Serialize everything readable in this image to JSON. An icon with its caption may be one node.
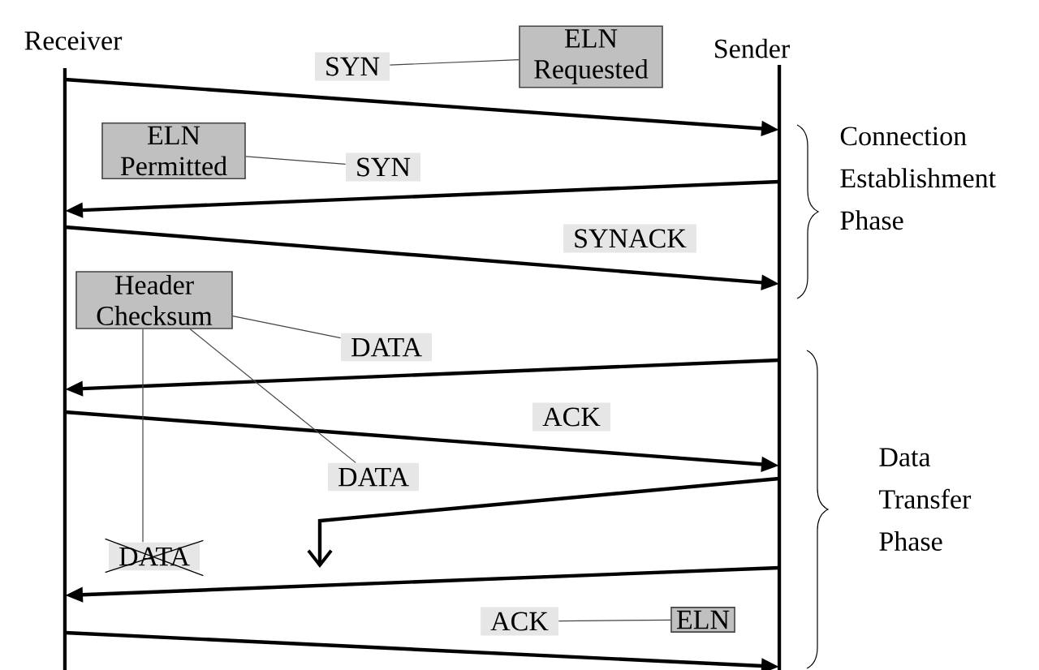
{
  "diagram": {
    "nodes": [
      {
        "text": [
          "Receiver"
        ]
      },
      {
        "text": [
          "Sender"
        ]
      },
      {
        "text": [
          "ELN Requested"
        ]
      },
      {
        "text": [
          "SYN"
        ]
      },
      {
        "text": [
          "ELN Permitted"
        ]
      },
      {
        "text": [
          "SYN"
        ]
      },
      {
        "text": [
          "SYNACK"
        ]
      },
      {
        "text": [
          "Header Checksum"
        ]
      },
      {
        "text": [
          "DATA"
        ]
      },
      {
        "text": [
          "ACK"
        ]
      },
      {
        "text": [
          "DATA"
        ]
      },
      {
        "text": [
          "DATA"
        ]
      },
      {
        "text": [
          "ACK"
        ]
      },
      {
        "text": [
          "ELN"
        ]
      }
    ],
    "edges": [
      {
        "from": 0,
        "to": 1,
        "arrow": "to"
      },
      {
        "from": 1,
        "to": 0,
        "arrow": "to"
      },
      {
        "from": 0,
        "to": 1,
        "arrow": "to"
      },
      {
        "from": 1,
        "to": 0,
        "arrow": "to"
      },
      {
        "from": 0,
        "to": 1,
        "arrow": "to"
      },
      {
        "from": 1,
        "to": null,
        "arrow": "to"
      },
      {
        "from": 1,
        "to": 0,
        "arrow": "to"
      },
      {
        "from": 0,
        "to": 1,
        "arrow": "to"
      },
      {
        "from": 2,
        "to": 3,
        "arrow": "none"
      },
      {
        "from": 4,
        "to": 5,
        "arrow": "none"
      },
      {
        "from": 7,
        "to": 8,
        "arrow": "none"
      },
      {
        "from": 7,
        "to": 10,
        "arrow": "none"
      },
      {
        "from": 7,
        "to": 11,
        "arrow": "none"
      },
      {
        "from": 13,
        "to": 12,
        "arrow": "none"
      }
    ],
    "labels": [
      "Connection Establishment Phase",
      "Data Transfer Phase"
    ]
  }
}
